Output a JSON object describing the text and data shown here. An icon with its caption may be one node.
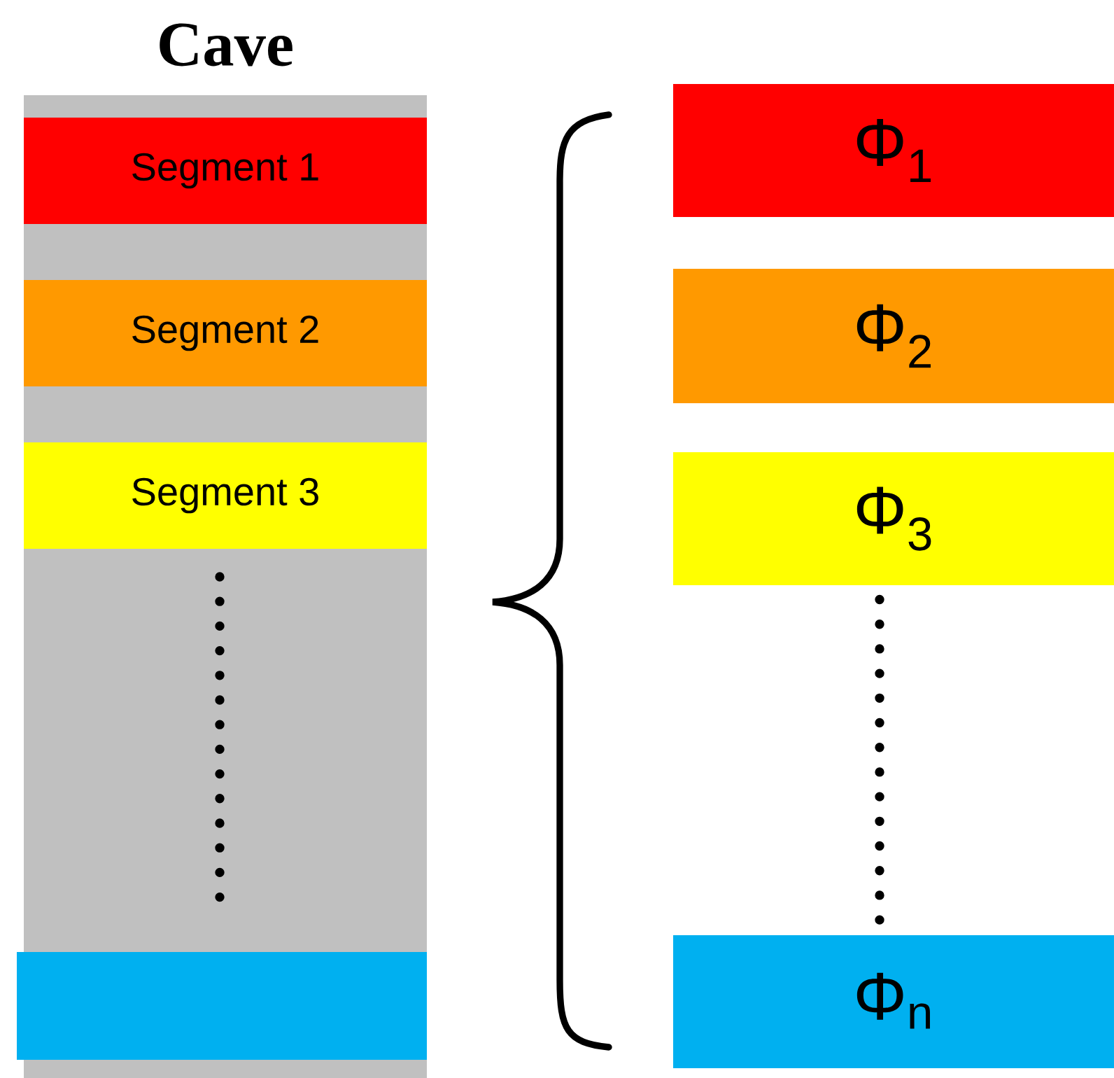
{
  "diagram": {
    "title": "Cave",
    "nodes": [
      {
        "text": [],
        "shape": "bar"
      },
      {
        "text": [
          "Segment 1"
        ],
        "in": 0
      },
      {
        "text": [
          "Segment 2"
        ],
        "in": 0
      },
      {
        "text": [
          "Segment 3"
        ],
        "in": 0
      },
      {
        "text": [],
        "shape": "bar",
        "in": 0
      },
      {
        "text": [
          "Φ$_{1}$"
        ]
      },
      {
        "text": [
          "Φ$_{2}$"
        ]
      },
      {
        "text": [
          "Φ$_{3}$"
        ]
      },
      {
        "text": [
          "Φ$_{n}$"
        ]
      }
    ],
    "edges": [
      {
        "from": 7,
        "to": 8,
        "arrow": "none",
        "style": "dashed"
      }
    ]
  }
}
